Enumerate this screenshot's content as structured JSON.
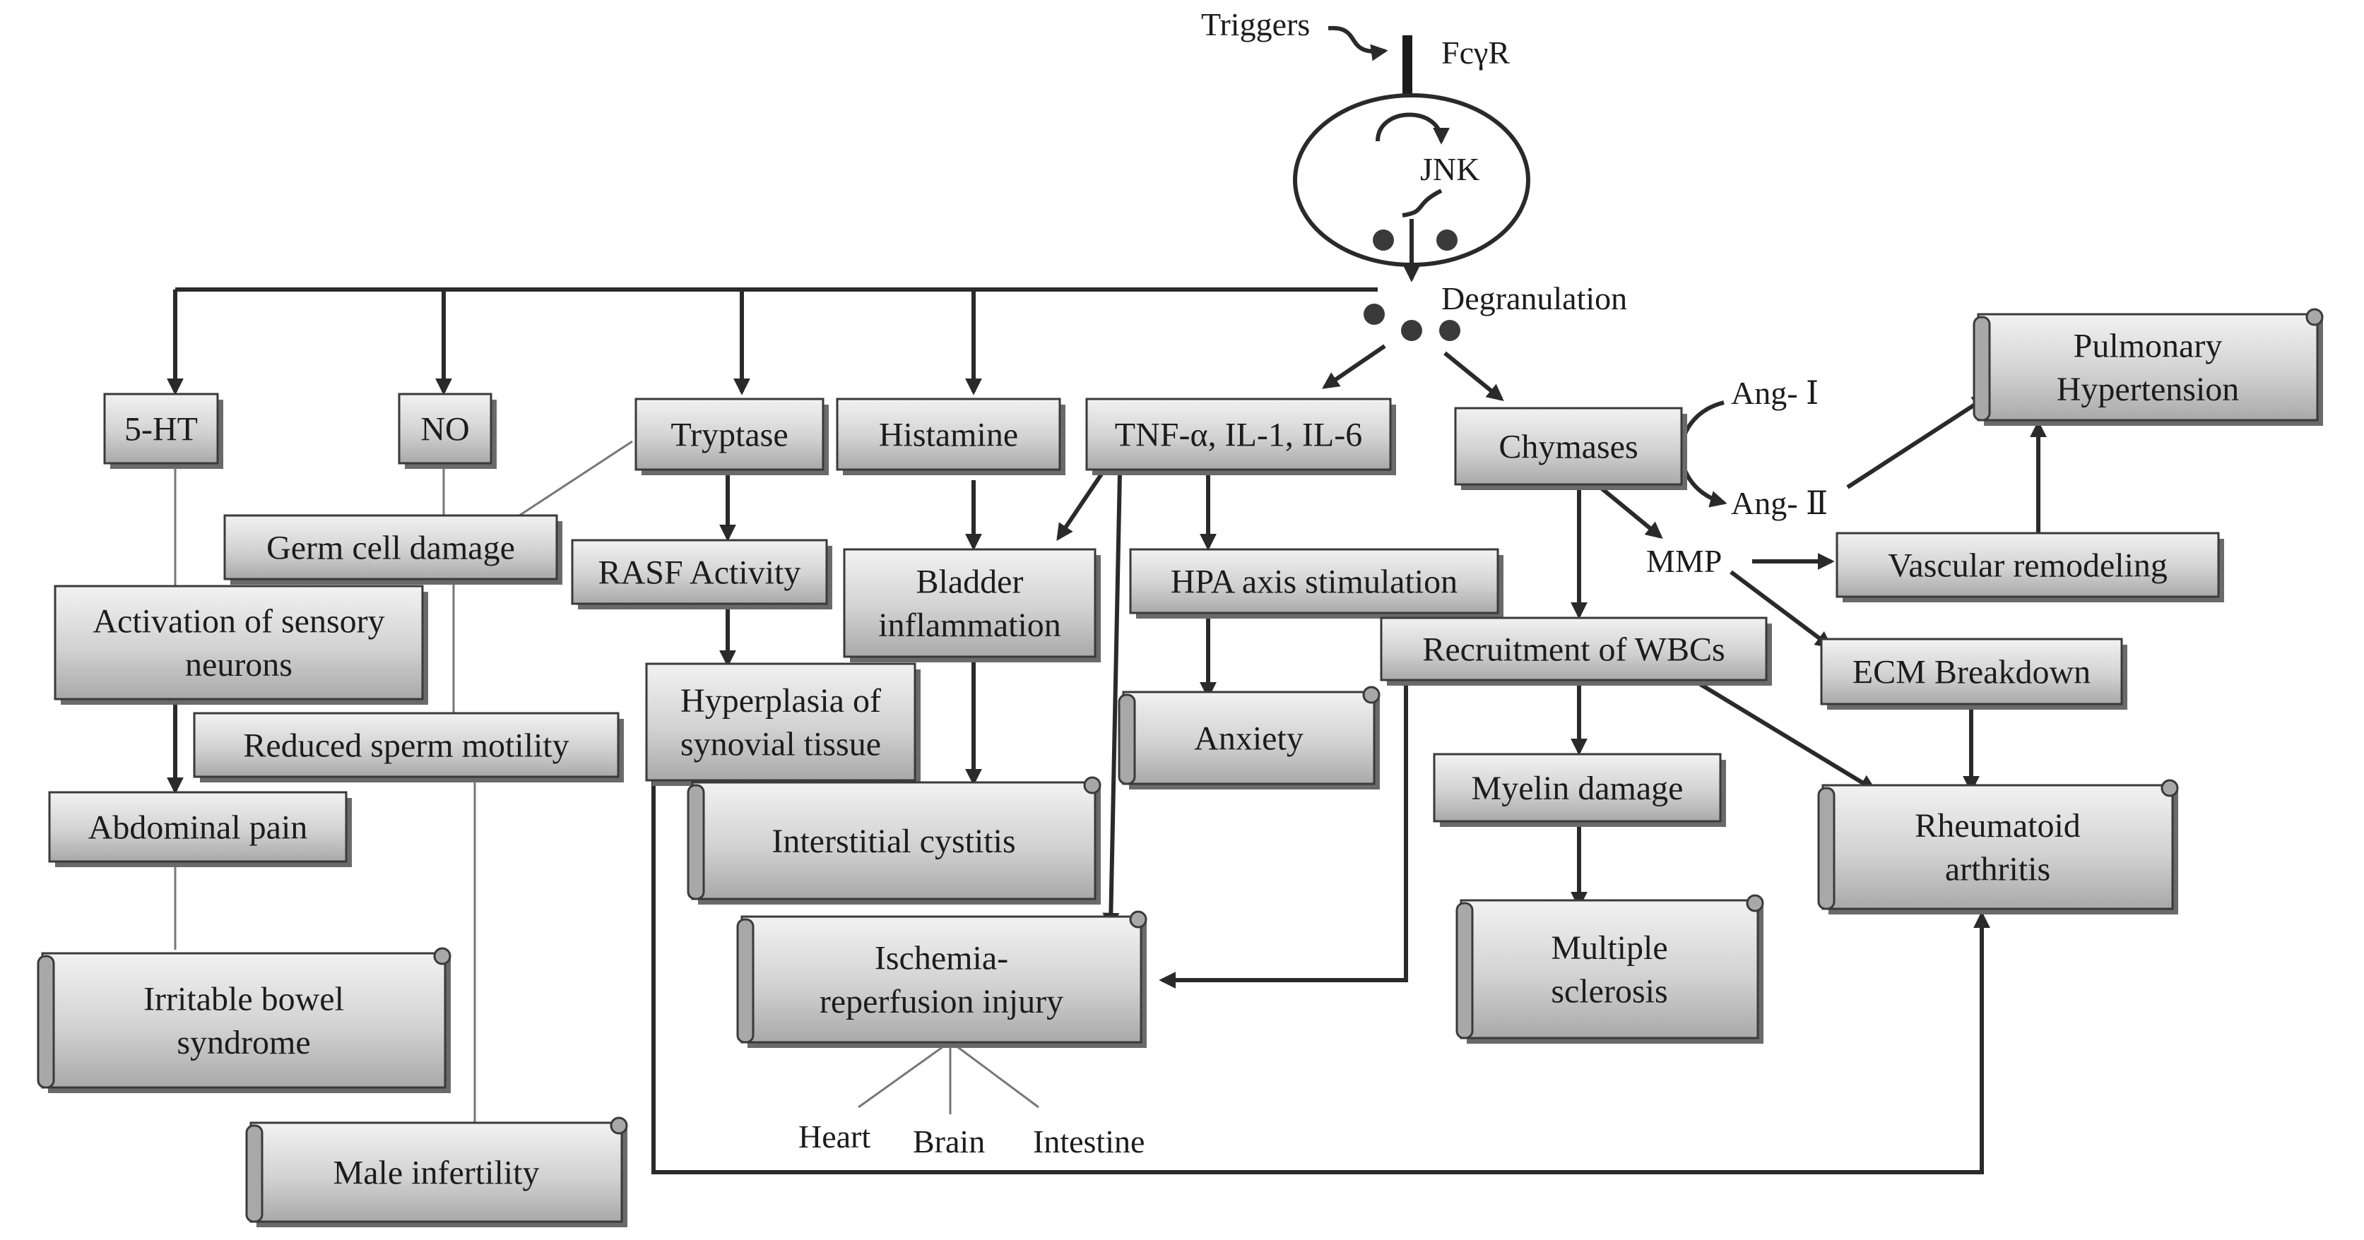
{
  "cell": {
    "triggers": "Triggers",
    "receptor": "FcγR",
    "jnk": "JNK",
    "degranulation": "Degranulation"
  },
  "angiotensin": {
    "ang1": "Ang- Ⅰ",
    "ang2": "Ang- Ⅱ"
  },
  "mediators": {
    "ht5": "5-HT",
    "no": "NO",
    "tryptase": "Tryptase",
    "histamine": "Histamine",
    "cytokines": "TNF-α, IL-1, IL-6",
    "chymases": "Chymases",
    "mmp": "MMP"
  },
  "effects": {
    "germ_cell_damage": "Germ cell damage",
    "sensory_neurons": [
      "Activation of sensory",
      "neurons"
    ],
    "reduced_sperm_motility": "Reduced sperm motility",
    "abdominal_pain": "Abdominal pain",
    "rasf_activity": "RASF Activity",
    "hyperplasia": [
      "Hyperplasia of",
      "synovial tissue"
    ],
    "bladder_inflammation": [
      "Bladder",
      "inflammation"
    ],
    "hpa_axis": "HPA axis stimulation",
    "recruitment_wbc": "Recruitment of WBCs",
    "myelin_damage": "Myelin damage",
    "vascular_remodeling": "Vascular remodeling",
    "ecm_breakdown": "ECM Breakdown"
  },
  "diseases": {
    "ibs": [
      "Irritable bowel",
      "syndrome"
    ],
    "male_infertility": "Male infertility",
    "interstitial_cystitis": "Interstitial cystitis",
    "anxiety": "Anxiety",
    "ischemia": [
      "Ischemia-",
      "reperfusion injury"
    ],
    "multiple_sclerosis": [
      "Multiple",
      "sclerosis"
    ],
    "rheumatoid_arthritis": [
      "Rheumatoid",
      "arthritis"
    ],
    "pulmonary_hypertension": [
      "Pulmonary",
      "Hypertension"
    ]
  },
  "organs": {
    "heart": "Heart",
    "brain": "Brain",
    "intestine": "Intestine"
  }
}
